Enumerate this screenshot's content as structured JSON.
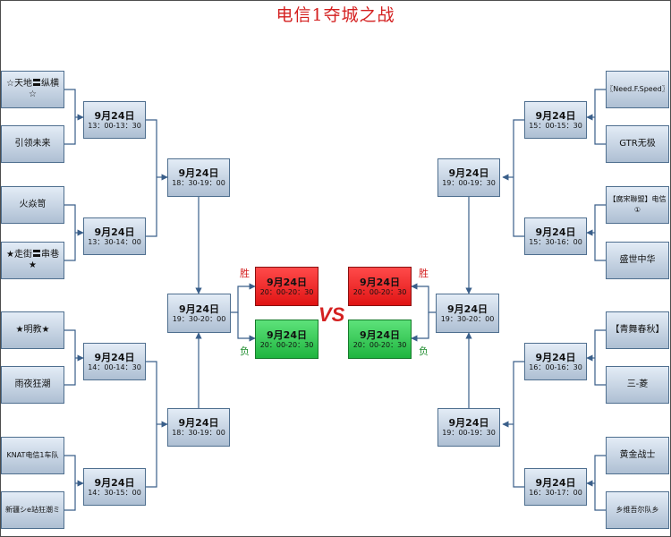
{
  "title": "电信1夺城之战",
  "vs": "VS",
  "win_label": "胜",
  "lose_label": "负",
  "left_teams": [
    "☆天地〓纵横☆",
    "引领未来",
    "火焱笥",
    "★走街〓串巷★",
    "★明教★",
    "雨夜狂潮",
    "KNAT电信1车队",
    "新疆シe站狂潮ミ"
  ],
  "right_teams": [
    "〖Need.F.Speed〗",
    "GTR无极",
    "【腐宋聯盟】电信①",
    "盛世中华",
    "【青舞春秋】",
    "三-菱",
    "黄金战士",
    "乡维吾尔队乡"
  ],
  "left_r1": [
    {
      "date": "9月24日",
      "time": "13：00-13：30"
    },
    {
      "date": "9月24日",
      "time": "13：30-14：00"
    },
    {
      "date": "9月24日",
      "time": "14：00-14：30"
    },
    {
      "date": "9月24日",
      "time": "14：30-15：00"
    }
  ],
  "right_r1": [
    {
      "date": "9月24日",
      "time": "15：00-15：30"
    },
    {
      "date": "9月24日",
      "time": "15：30-16：00"
    },
    {
      "date": "9月24日",
      "time": "16：00-16：30"
    },
    {
      "date": "9月24日",
      "time": "16：30-17：00"
    }
  ],
  "left_r2": [
    {
      "date": "9月24日",
      "time": "18：30-19：00"
    },
    {
      "date": "9月24日",
      "time": "18：30-19：00"
    }
  ],
  "right_r2": [
    {
      "date": "9月24日",
      "time": "19：00-19：30"
    },
    {
      "date": "9月24日",
      "time": "19：00-19：30"
    }
  ],
  "left_semi": {
    "date": "9月24日",
    "time": "19：30-20：00"
  },
  "right_semi": {
    "date": "9月24日",
    "time": "19：30-20：00"
  },
  "final_win_left": {
    "date": "9月24日",
    "time": "20：00-20：30"
  },
  "final_lose_left": {
    "date": "9月24日",
    "time": "20：00-20：30"
  },
  "final_win_right": {
    "date": "9月24日",
    "time": "20：00-20：30"
  },
  "final_lose_right": {
    "date": "9月24日",
    "time": "20：00-20：30"
  },
  "colors": {
    "title": "#d42020",
    "box_top": "#e3ecf6",
    "box_bottom": "#aebfd3",
    "line": "#3a5f8a",
    "win_fill": "#ff3333",
    "lose_fill": "#33cc55"
  }
}
